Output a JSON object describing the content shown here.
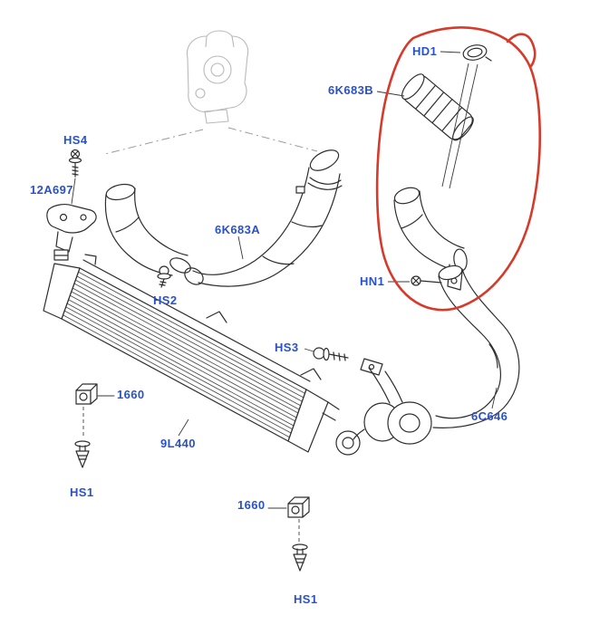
{
  "diagram": {
    "type": "exploded-parts-diagram",
    "background": "#ffffff",
    "label_color": "#2a52c8",
    "highlight_color": "#d63a2b",
    "labels": {
      "hd1": "HD1",
      "p6k683b": "6K683B",
      "hs4": "HS4",
      "p12a697": "12A697",
      "p6k683a": "6K683A",
      "hs2": "HS2",
      "hn1": "HN1",
      "hs3": "HS3",
      "p6c646": "6C646",
      "c1660_left": "1660",
      "p9l440": "9L440",
      "hs1_left": "HS1",
      "c1660_bottom": "1660",
      "hs1_bottom": "HS1"
    }
  }
}
